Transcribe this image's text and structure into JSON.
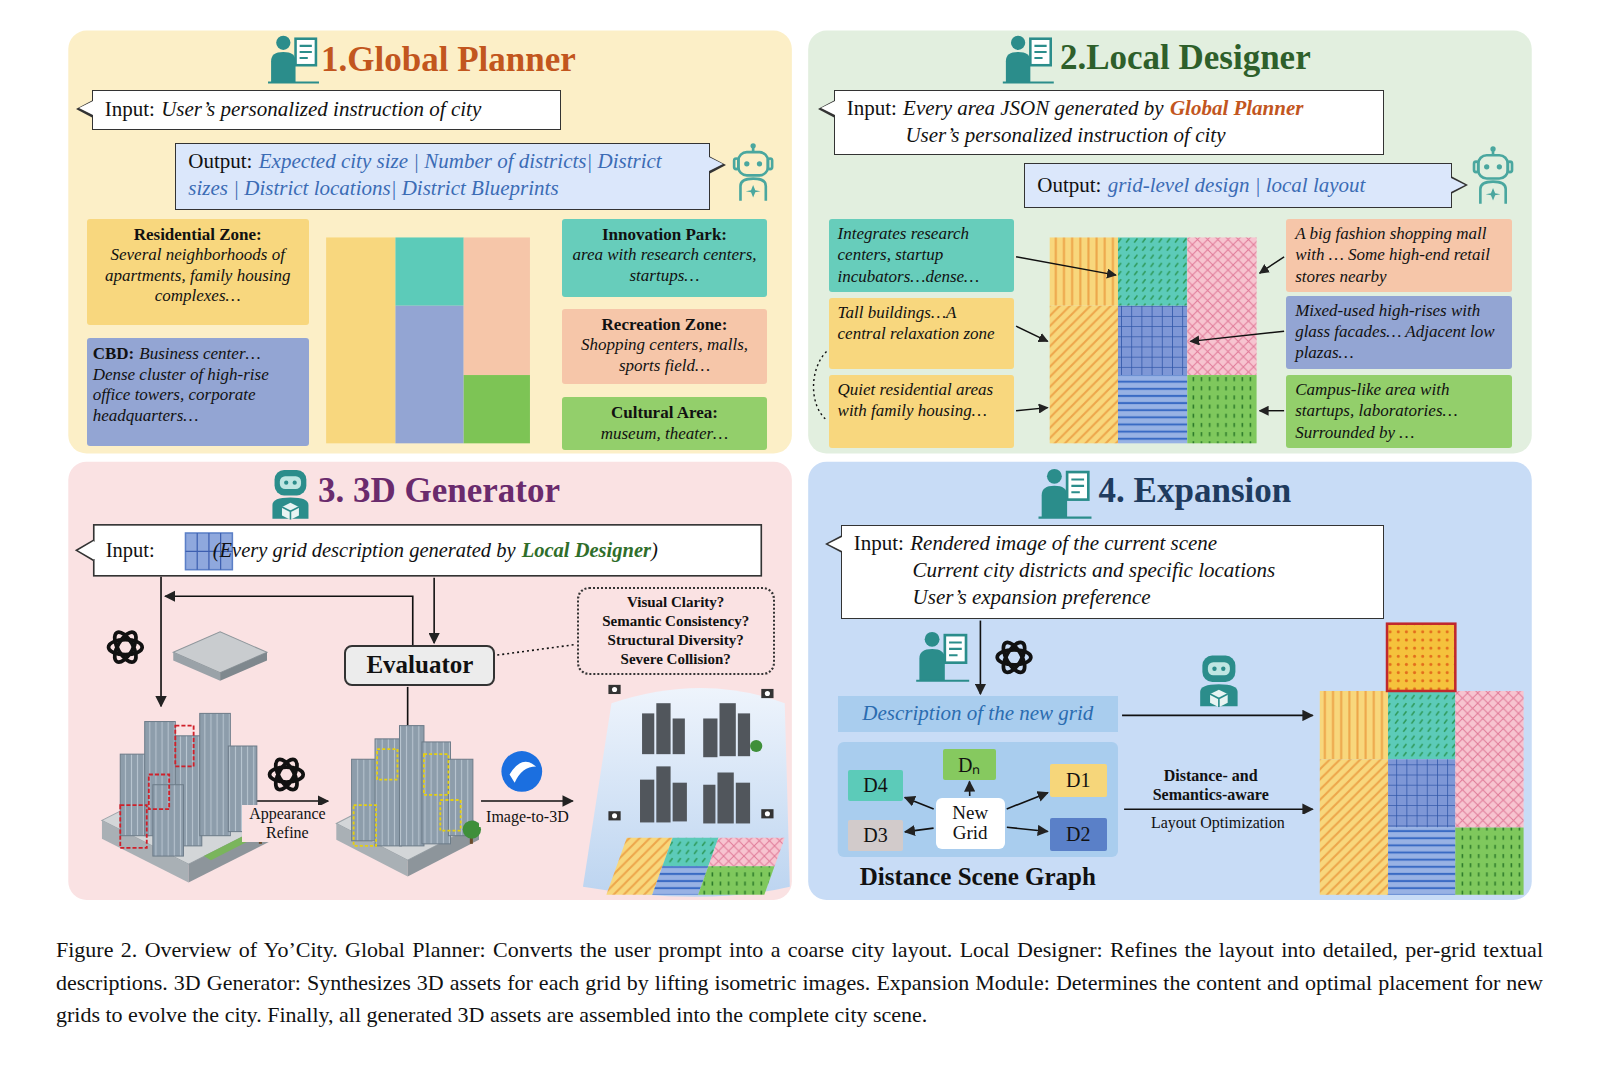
{
  "diagram": {
    "caption": "Figure 2. Overview of Yo’City. Global Planner: Converts the user prompt into a coarse city layout. Local Designer: Refines the layout into detailed, per-grid textual descriptions. 3D Generator: Synthesizes 3D assets for each grid by lifting isometric images. Expansion Module: Determines the content and optimal placement for new grids to evolve the city. Finally, all generated 3D assets are assembled into the complete city scene.",
    "nodes": [
      {
        "text": [
          "1.Global Planner"
        ]
      },
      {
        "text": [
          "Input:",
          "User’s personalized instruction of city"
        ],
        "in": 0
      },
      {
        "text": [
          "Output:",
          "Expected city size | Number of districts| District sizes | District locations| District Blueprints"
        ],
        "in": 0
      },
      {
        "text": [
          "Residential Zone:",
          "Several neighborhoods of apartments, family housing complexes…"
        ],
        "in": 0
      },
      {
        "text": [
          "CBD:",
          "Business center…Dense cluster of high-rise office towers, corporate headquarters…"
        ],
        "in": 0
      },
      {
        "text": [
          "Innovation Park:",
          "area with research centers, startups…"
        ],
        "in": 0
      },
      {
        "text": [
          "Recreation Zone:",
          "Shopping centers, malls, sports field…"
        ],
        "in": 0
      },
      {
        "text": [
          "Cultural Area:",
          "museum, theater…"
        ],
        "in": 0
      },
      {
        "text": [
          "2.Local Designer"
        ]
      },
      {
        "text": [
          "Input:",
          "Every area JSON generated by",
          "Global Planner",
          "User’s personalized instruction of city"
        ],
        "in": 8
      },
      {
        "text": [
          "Output:",
          "grid-level design | local layout"
        ],
        "in": 8
      },
      {
        "text": [
          "Integrates research centers, startup incubators…dense…"
        ],
        "in": 8
      },
      {
        "text": [
          "Tall buildings…A central relaxation zone"
        ],
        "in": 8
      },
      {
        "text": [
          "Quiet residential areas with family housing…"
        ],
        "in": 8
      },
      {
        "text": [
          "A big fashion shopping mall with … Some high-end retail stores nearby"
        ],
        "in": 8
      },
      {
        "text": [
          "Mixed-used high-rises with glass facades… Adjacent low plazas…"
        ],
        "in": 8
      },
      {
        "text": [
          "Campus-like area with startups, laboratories… Surrounded by …"
        ],
        "in": 8
      },
      {
        "text": [
          "3. 3D Generator"
        ]
      },
      {
        "text": [
          "Input:",
          "(Every grid description generated by",
          "Local Designer",
          ")"
        ],
        "in": 17
      },
      {
        "text": [
          "Evaluator"
        ],
        "in": 17
      },
      {
        "text": [
          "Visual Clarity?",
          "Semantic Consistency?",
          "Structural Diversity?",
          "Severe Collision?"
        ],
        "in": 17
      },
      {
        "text": [
          "4. Expansion"
        ]
      },
      {
        "text": [
          "Input:",
          "Rendered image of the current scene",
          "Current city districts and specific locations",
          "User’s expansion preference"
        ],
        "in": 21
      },
      {
        "text": [
          "Description of the new grid"
        ],
        "in": 21
      },
      {
        "text": [
          "Distance Scene Graph"
        ],
        "in": 21
      },
      {
        "text": [
          "New Grid"
        ],
        "in": 24
      },
      {
        "text": [
          "D4"
        ],
        "in": 24
      },
      {
        "text": [
          "Dₙ"
        ],
        "in": 24
      },
      {
        "text": [
          "D1"
        ],
        "in": 24
      },
      {
        "text": [
          "D3"
        ],
        "in": 24
      },
      {
        "text": [
          "D2"
        ],
        "in": 24
      }
    ],
    "edges": [
      {
        "from": 18,
        "to": 19,
        "arrow": "to"
      },
      {
        "from": 19,
        "to": 20,
        "arrow": "none"
      },
      {
        "from": 22,
        "to": 23,
        "arrow": "to"
      },
      {
        "from": 25,
        "to": 26,
        "arrow": "to"
      },
      {
        "from": 25,
        "to": 27,
        "arrow": "to"
      },
      {
        "from": 25,
        "to": 28,
        "arrow": "to"
      },
      {
        "from": 25,
        "to": 29,
        "arrow": "to"
      },
      {
        "from": 25,
        "to": 30,
        "arrow": "to"
      }
    ],
    "labels": [
      "Appearance Refine",
      "Image-to-3D",
      "Distance- and Semantics-aware",
      "Layout Optimization"
    ]
  }
}
